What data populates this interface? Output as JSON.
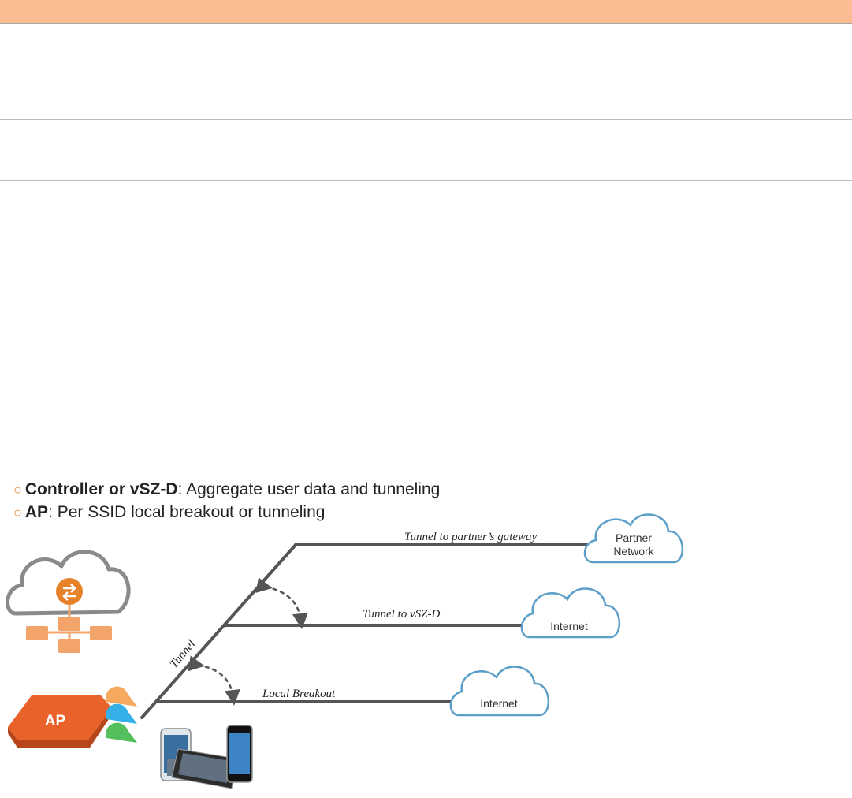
{
  "table": {
    "headers": [
      "",
      ""
    ],
    "rows": [
      [
        "",
        ""
      ],
      [
        "",
        ""
      ],
      [
        "",
        ""
      ],
      [
        "",
        ""
      ],
      [
        "",
        ""
      ]
    ]
  },
  "bullets": [
    {
      "bold": "Controller or vSZ-D",
      "rest": ": Aggregate user data and tunneling"
    },
    {
      "bold": "AP",
      "rest": ": Per SSID local breakout or tunneling"
    }
  ],
  "diagram": {
    "lines": {
      "partner": "Tunnel to partner’s gateway",
      "vszd": "Tunnel to vSZ-D",
      "local": "Local Breakout",
      "tunnel": "Tunnel"
    },
    "clouds": {
      "partner_line1": "Partner",
      "partner_line2": "Network",
      "internet_top": "Internet",
      "internet_bottom": "Internet"
    },
    "ap_label": "AP",
    "colors": {
      "accent_orange": "#e8822a",
      "line_gray": "#555555",
      "cloud_blue": "#5b9fc9",
      "header_peach": "#fbbc94"
    },
    "icons": [
      "controller-cloud-icon",
      "ap-device-icon",
      "ssid-bubbles-icon",
      "smartphones-icon"
    ]
  }
}
